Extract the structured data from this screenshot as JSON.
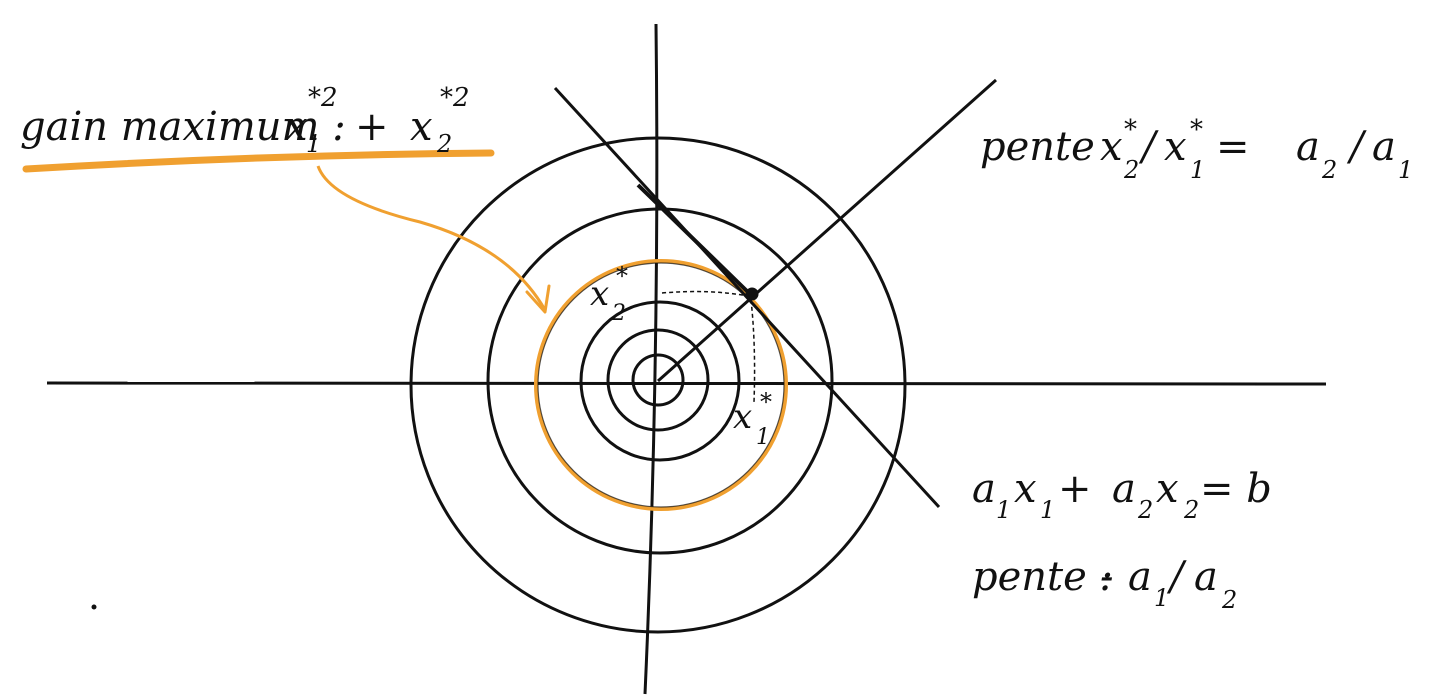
{
  "colors": {
    "ink": "#111111",
    "accent": "#f0a030",
    "background": "#ffffff"
  },
  "labels": {
    "gain_prefix": "gain maximum : ",
    "gain_var": "x",
    "gain_sub1": "1",
    "gain_sub2": "2",
    "gain_star_sq": "*2",
    "gain_plus": " + ",
    "slope_prefix": "pente ",
    "slope_x": "x",
    "slope_star": "*",
    "slope_sub2": "2",
    "slope_slash": "/",
    "slope_sub1": "1",
    "slope_eq": " = ",
    "slope_a": "a",
    "constraint_a": "a",
    "constraint_x": "x",
    "constraint_sub1": "1",
    "constraint_sub2": "2",
    "constraint_plus": " + ",
    "constraint_rhs": " = b",
    "constraint_slope_prefix": "pente : ",
    "constraint_slope_minus": "- ",
    "x2_star_var": "x",
    "x2_star_star": "*",
    "x2_star_sub": "2",
    "x1_star_var": "x",
    "x1_star_star": "*",
    "x1_star_sub": "1"
  }
}
